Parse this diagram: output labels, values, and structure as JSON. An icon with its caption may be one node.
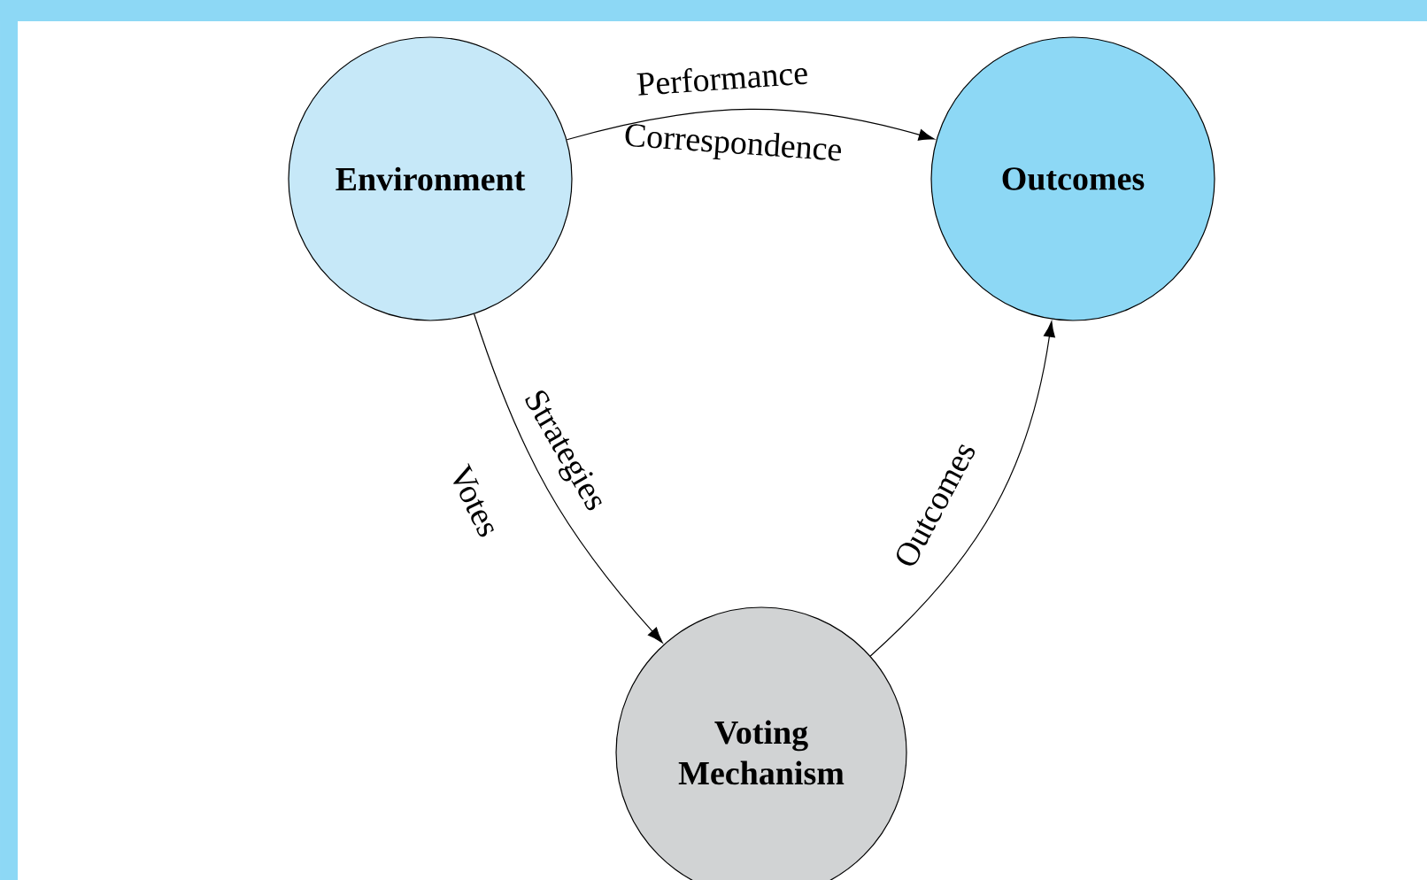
{
  "diagram": {
    "nodes": [
      {
        "text": [
          "Environment"
        ]
      },
      {
        "text": [
          "Outcomes"
        ]
      },
      {
        "text": [
          "Voting Mechanism"
        ]
      }
    ],
    "edges": [
      {
        "from": 0,
        "to": 1,
        "arrow": "to",
        "label": "Performance"
      },
      {
        "from": 0,
        "to": 2,
        "arrow": "to",
        "label": "Strategies"
      },
      {
        "from": 2,
        "to": 1,
        "arrow": "to",
        "label": "Outcomes"
      }
    ],
    "labels": [
      "Correspondence",
      "Votes"
    ]
  }
}
